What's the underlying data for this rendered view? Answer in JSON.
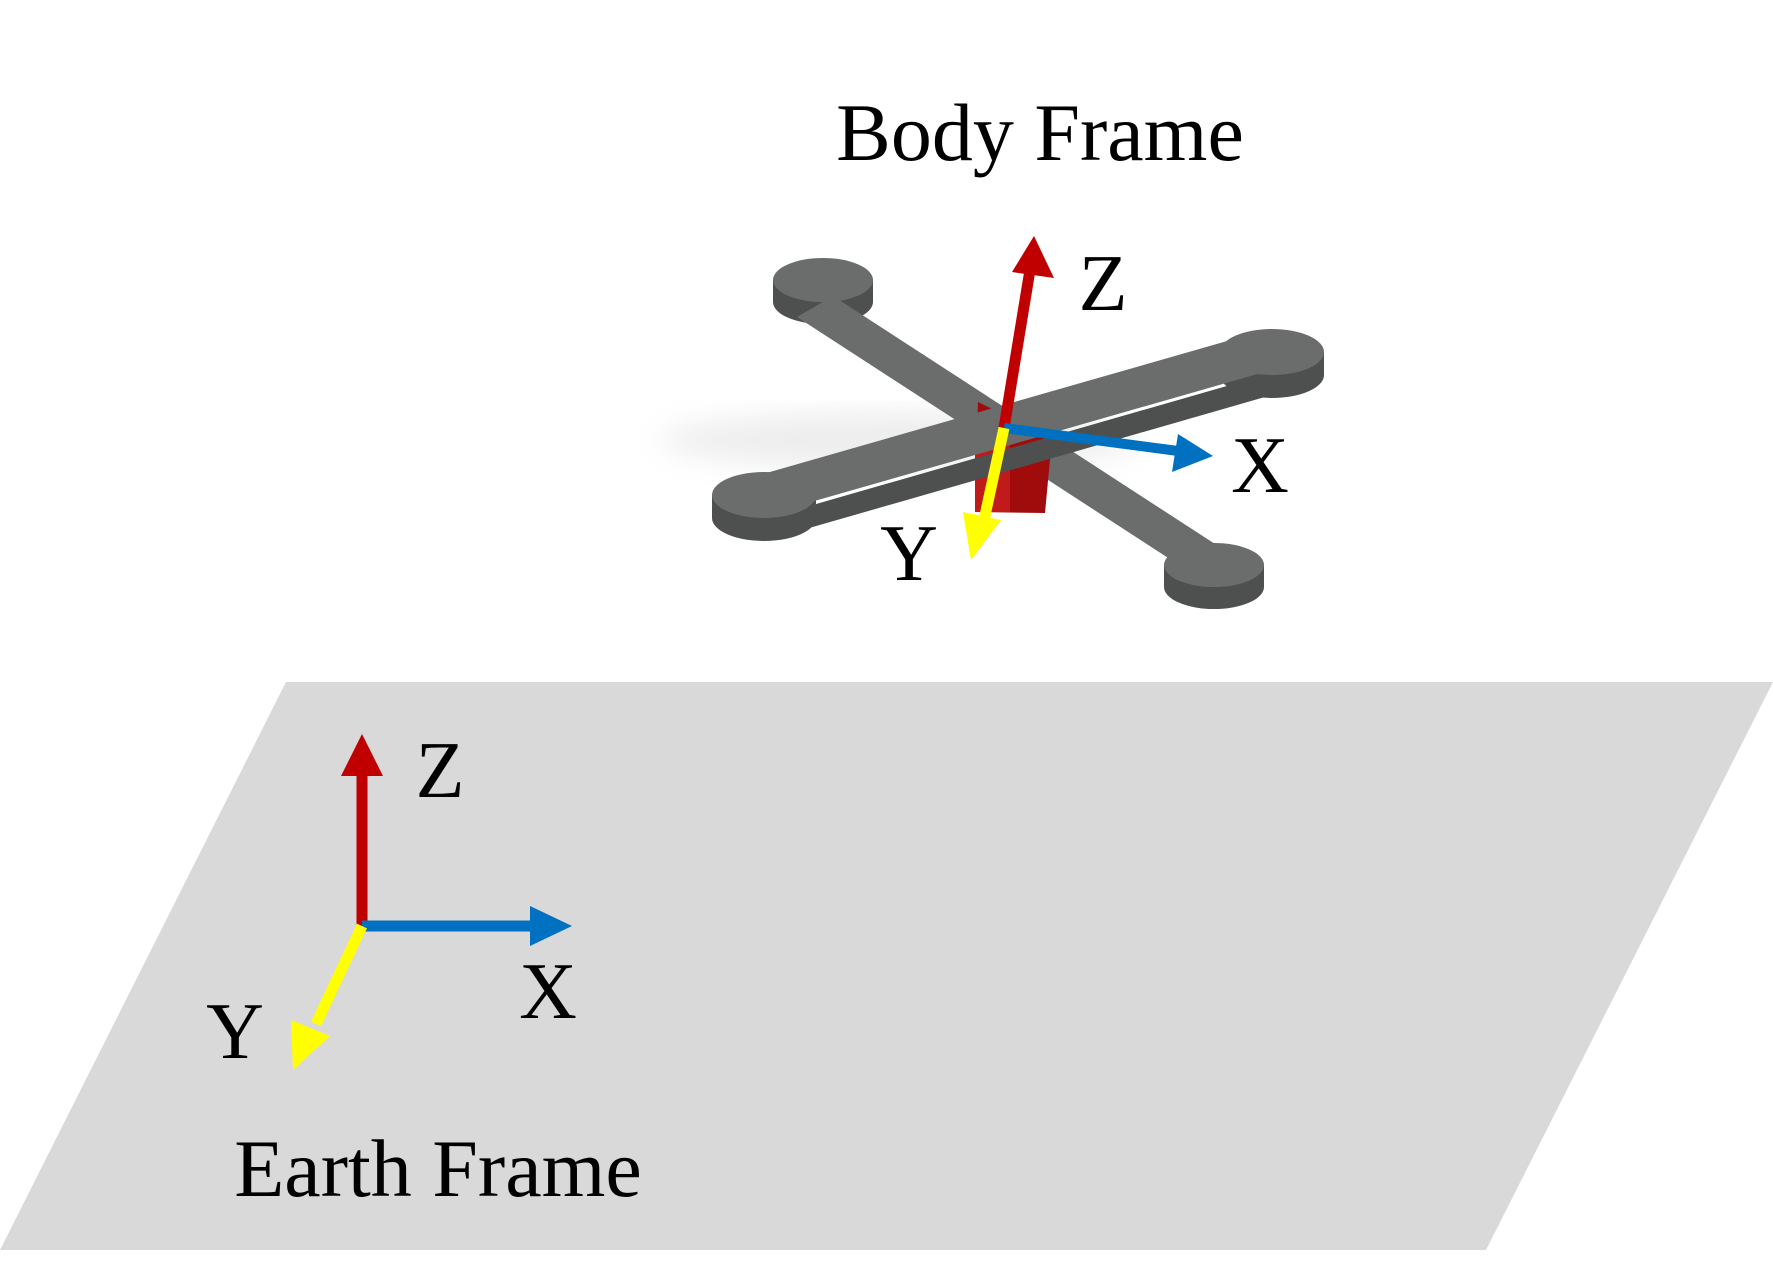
{
  "body_frame": {
    "title": "Body Frame",
    "axes": {
      "z_label": "Z",
      "x_label": "X",
      "y_label": "Y"
    }
  },
  "earth_frame": {
    "title": "Earth Frame",
    "axes": {
      "z_label": "Z",
      "x_label": "X",
      "y_label": "Y"
    }
  },
  "colors": {
    "z_axis": "#c00000",
    "x_axis": "#0070c0",
    "y_axis": "#ffff00",
    "ground_plane": "#d9d9d9",
    "quad_frame": "#6b6d6d",
    "quad_frame_side": "#515353",
    "quad_core": "#b01010"
  },
  "icons": {
    "body": "quadcopter-frame-icon",
    "ground": "ground-plane-icon"
  }
}
